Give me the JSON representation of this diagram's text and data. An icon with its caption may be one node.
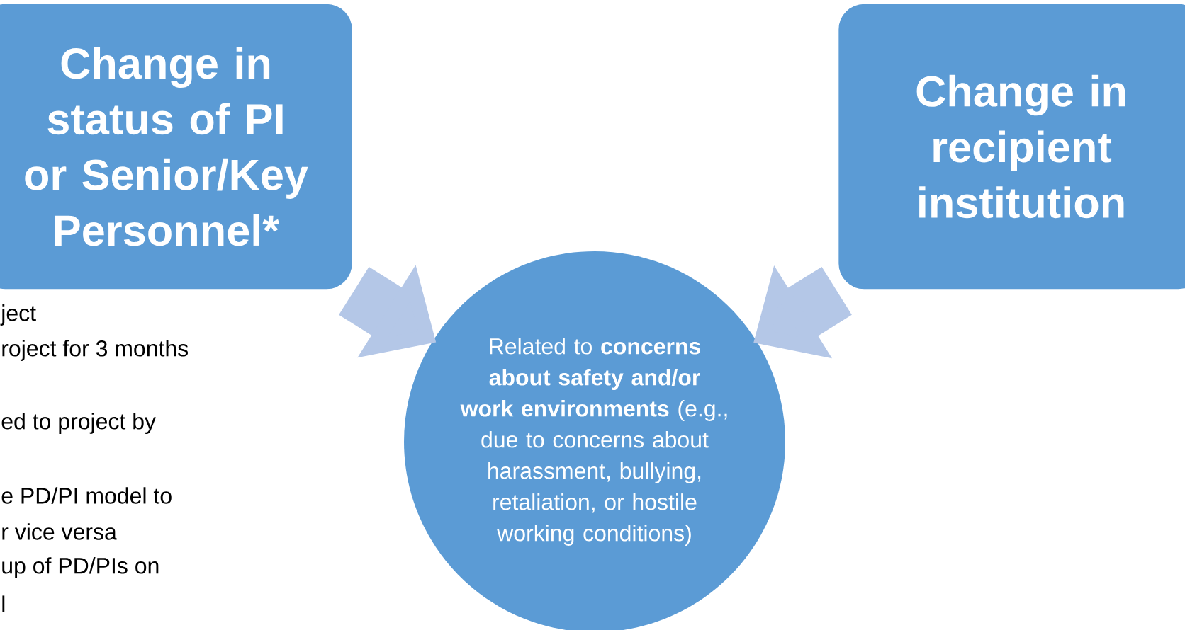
{
  "diagram": {
    "nodes": [
      {
        "text": [
          "Change in status of PI or Senior/Key Personnel*"
        ]
      },
      {
        "text": [
          "Change in recipient institution"
        ]
      },
      {
        "text": [
          "Related to **concerns about safety and/or work environments** (e.g., due to concerns about harassment, bullying, retaliation, or hostile working conditions)"
        ]
      }
    ],
    "edges": [
      {
        "from": 0,
        "to": 2,
        "arrow": "to"
      },
      {
        "from": 1,
        "to": 2,
        "arrow": "to"
      }
    ],
    "labels": [
      "ject",
      "roject for 3 months",
      "ed to project by",
      "e PD/PI model to",
      "r vice versa",
      "up of PD/PIs on",
      "l"
    ]
  }
}
